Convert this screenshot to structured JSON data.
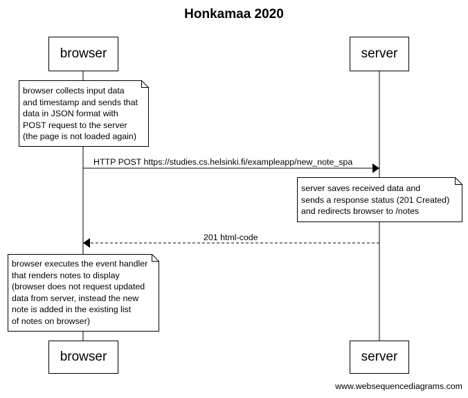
{
  "diagram": {
    "title": "Honkamaa 2020",
    "actors": {
      "browser": "browser",
      "server": "server"
    },
    "notes": {
      "browser_collects": "browser collects input data\nand timestamp and sends that\ndata in JSON format with\nPOST request to the server\n(the page is not loaded again)",
      "server_saves": "server saves received data and\nsends a response status (201 Created)\nand redirects browser to /notes",
      "browser_executes": "browser executes the event handler\nthat renders notes to display\n(browser does not request updated\ndata from server, instead the new\nnote is added in the existing list\nof notes on browser)"
    },
    "messages": {
      "post_request": "HTTP POST https://studies.cs.helsinki.fi/exampleapp/new_note_spa",
      "response": "201 html-code"
    },
    "watermark": "www.websequencediagrams.com"
  }
}
